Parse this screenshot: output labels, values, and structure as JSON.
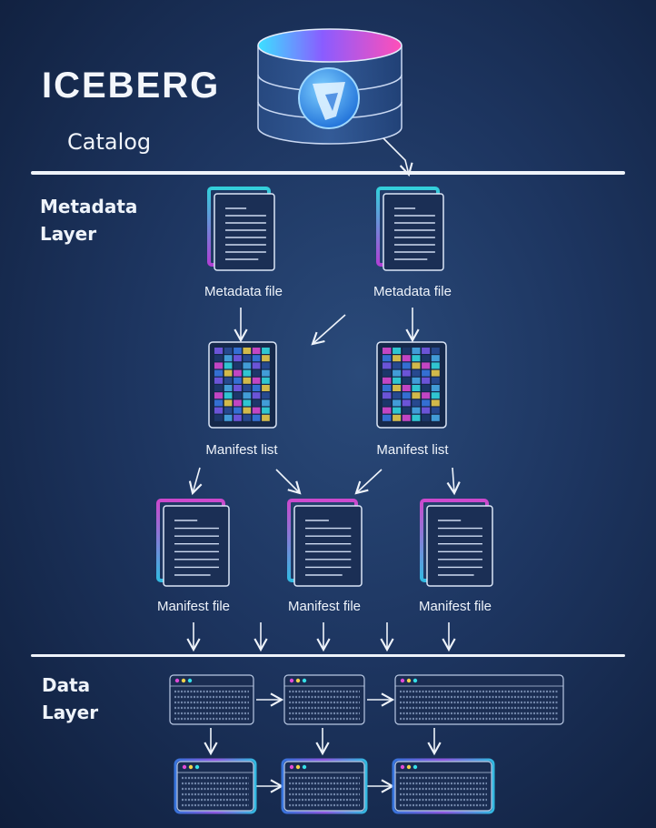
{
  "title": "ICEBERG",
  "catalog": {
    "label": "Catalog",
    "icon": "iceberg-icon"
  },
  "layers": {
    "metadata": {
      "line1": "Metadata",
      "line2": "Layer"
    },
    "data": {
      "line1": "Data",
      "line2": "Layer"
    }
  },
  "metadata_files": [
    {
      "label": "Metadata file"
    },
    {
      "label": "Metadata file"
    }
  ],
  "manifest_lists": [
    {
      "label": "Manifest list"
    },
    {
      "label": "Manifest list"
    }
  ],
  "manifest_files": [
    {
      "label": "Manifest file"
    },
    {
      "label": "Manifest file"
    },
    {
      "label": "Manifest file"
    }
  ],
  "colors": {
    "background": "#1d3560",
    "line": "#eef3fa",
    "accent_cyan": "#35e0e8",
    "accent_magenta": "#e04ad8",
    "accent_blue": "#3a7bea",
    "accent_yellow": "#f2d24a"
  }
}
